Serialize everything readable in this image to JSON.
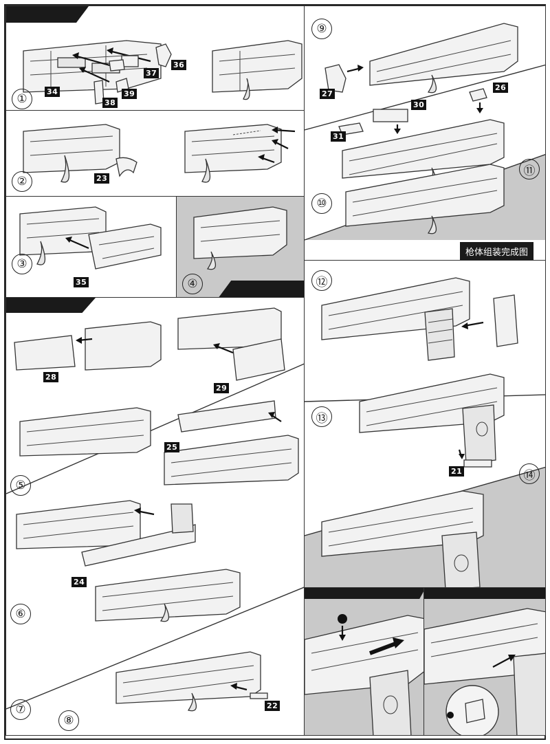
{
  "steps": {
    "s1": "①",
    "s2": "②",
    "s3": "③",
    "s4": "④",
    "s5": "⑤",
    "s6": "⑥",
    "s7": "⑦",
    "s8": "⑧",
    "s9": "⑨",
    "s10": "⑩",
    "s11": "⑪",
    "s12": "⑫",
    "s13": "⑬",
    "s14": "⑭"
  },
  "parts": {
    "p36": "36",
    "p37": "37",
    "p34": "34",
    "p39": "39",
    "p38": "38",
    "p23": "23",
    "p35": "35",
    "p28": "28",
    "p29": "29",
    "p25": "25",
    "p24": "24",
    "p22": "22",
    "p27": "27",
    "p26": "26",
    "p30": "30",
    "p31": "31",
    "p21": "21"
  },
  "caption": "枪体组装完成图",
  "colors": {
    "panel_gray": "#c9c9c9",
    "label_bg": "#111111",
    "line": "#333333"
  }
}
